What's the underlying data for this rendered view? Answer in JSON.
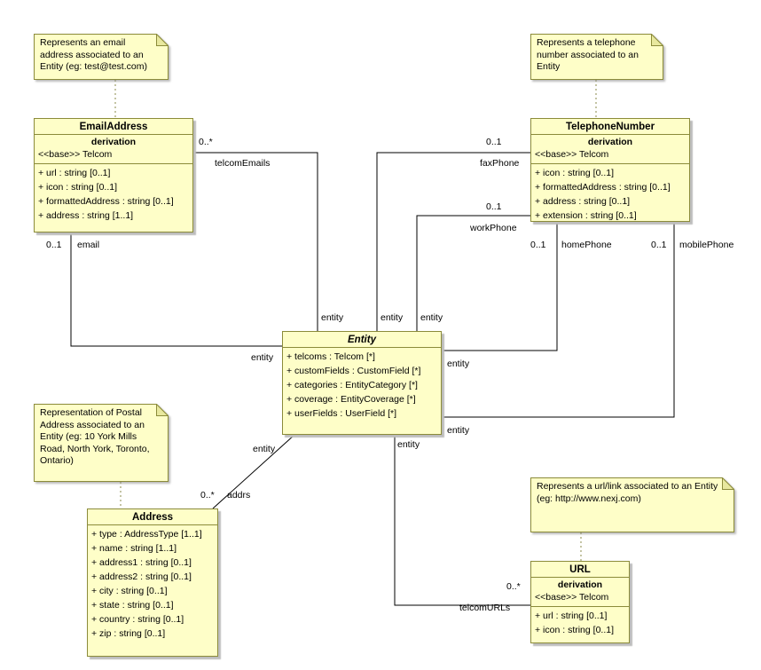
{
  "diagram": {
    "notes": {
      "email": {
        "text": "Represents an email address associated to an Entity (eg: test@test.com)"
      },
      "telephone": {
        "text": "Represents a telephone number associated to an Entity"
      },
      "postal": {
        "text": "Representation of Postal Address associated to an Entity (eg: 10 York Mills Road, North York, Toronto, Ontario)"
      },
      "url": {
        "text": "Represents a url/link associated to an Entity (eg: http://www.nexj.com)"
      }
    },
    "classes": {
      "emailAddress": {
        "name": "EmailAddress",
        "section_label": "derivation",
        "base": "<<base>> Telcom",
        "attributes": [
          "+ url : string [0..1]",
          "+ icon : string [0..1]",
          "+ formattedAddress : string [0..1]",
          "+ address : string [1..1]"
        ]
      },
      "telephoneNumber": {
        "name": "TelephoneNumber",
        "section_label": "derivation",
        "base": "<<base>> Telcom",
        "attributes": [
          "+ icon : string [0..1]",
          "+ formattedAddress : string [0..1]",
          "+ address : string [0..1]",
          "+ extension : string [0..1]"
        ]
      },
      "entity": {
        "name": "Entity",
        "attributes": [
          "+ telcoms : Telcom [*]",
          "+ customFields : CustomField [*]",
          "+ categories : EntityCategory [*]",
          "+ coverage : EntityCoverage [*]",
          "+ userFields : UserField [*]"
        ]
      },
      "address": {
        "name": "Address",
        "attributes": [
          "+ type : AddressType [1..1]",
          "+ name : string [1..1]",
          "+ address1 : string [0..1]",
          "+ address2 : string [0..1]",
          "+ city : string [0..1]",
          "+ state : string [0..1]",
          "+ country : string [0..1]",
          "+ zip : string [0..1]"
        ]
      },
      "url": {
        "name": "URL",
        "section_label": "derivation",
        "base": "<<base>> Telcom",
        "attributes": [
          "+ url : string [0..1]",
          "+ icon : string [0..1]"
        ]
      }
    },
    "labels": {
      "telcomEmails_mult": "0..*",
      "telcomEmails_role": "telcomEmails",
      "email_mult": "0..1",
      "email_role": "email",
      "faxPhone_mult": "0..1",
      "faxPhone_role": "faxPhone",
      "workPhone_mult": "0..1",
      "workPhone_role": "workPhone",
      "homePhone_mult": "0..1",
      "homePhone_role": "homePhone",
      "mobilePhone_mult": "0..1",
      "mobilePhone_role": "mobilePhone",
      "addrs_mult": "0..*",
      "addrs_role": "addrs",
      "telcomURLs_mult": "0..*",
      "telcomURLs_role": "telcomURLs",
      "entity_role": "entity"
    },
    "colors": {
      "node_fill": "#FEFEC8",
      "node_border": "#8B8B3A",
      "fold_fill": "#E8E89E",
      "connector": "#000000",
      "note_anchor": "#8A8A4A",
      "shadow": "#BDBDBD"
    }
  }
}
